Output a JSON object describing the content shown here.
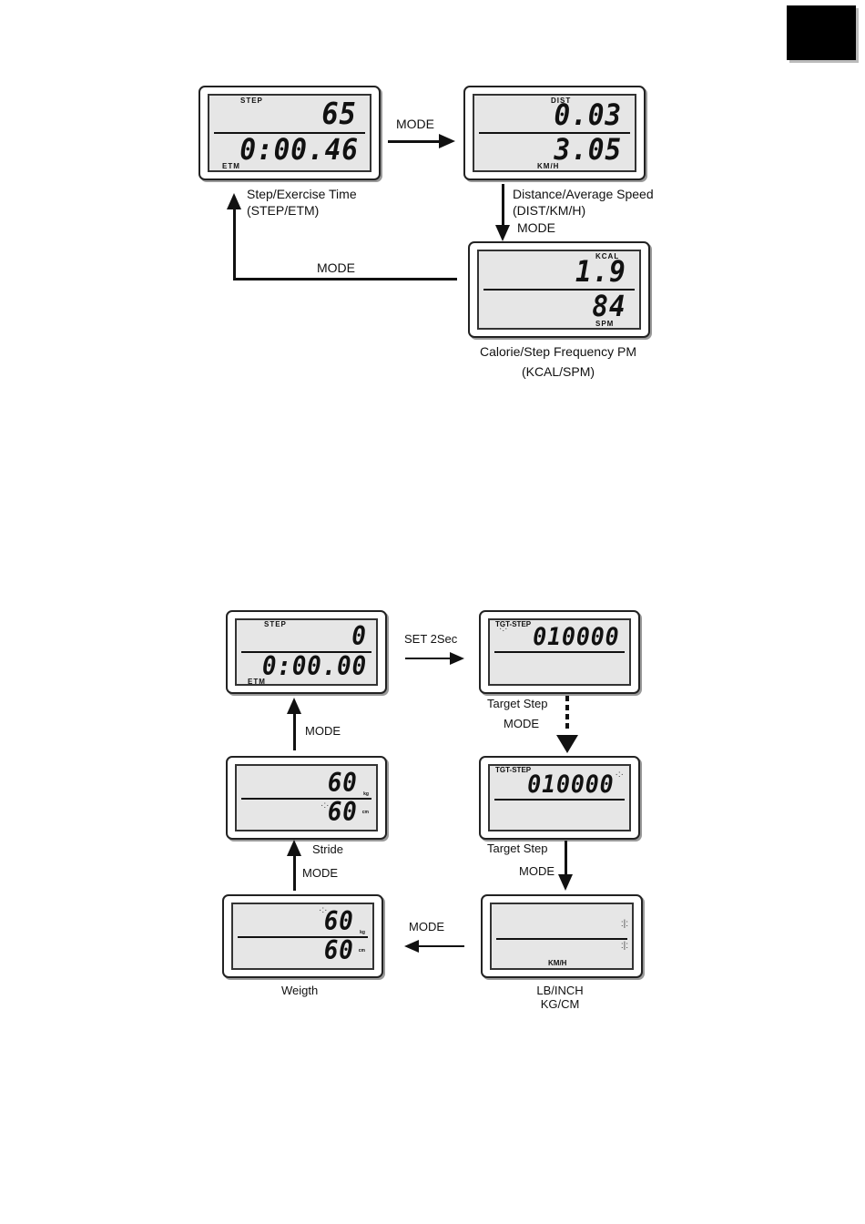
{
  "mode_label": "MODE",
  "set_label": "SET 2Sec",
  "top": {
    "step_etm": {
      "top_label": "STEP",
      "top_value": "65",
      "bottom_value": "0:00.46",
      "bottom_label": "ETM",
      "caption_line1": "Step/Exercise Time",
      "caption_line2": "(STEP/ETM)"
    },
    "dist_speed": {
      "top_label": "DIST",
      "top_value": "0.03",
      "bottom_value": "3.05",
      "bottom_label": "KM/H",
      "caption_line1": "Distance/Average Speed",
      "caption_line2": "(DIST/KM/H)"
    },
    "kcal_spm": {
      "top_label": "KCAL",
      "top_value": "1.9",
      "bottom_value": "84",
      "bottom_label": "SPM",
      "caption_line1": "Calorie/Step Frequency PM",
      "caption_line2": "(KCAL/SPM)"
    }
  },
  "bottom": {
    "step_reset": {
      "top_label": "STEP",
      "top_value": "0",
      "bottom_value": "0:00.00",
      "bottom_label": "ETM"
    },
    "target1": {
      "top_label": "TGT-STEP",
      "top_value": "010000",
      "caption": "Target Step"
    },
    "target2": {
      "top_label": "TGT-STEP",
      "top_value": "010000",
      "caption": "Target Step"
    },
    "stride": {
      "top_value": "60",
      "top_unit": "kg",
      "bottom_value": "60",
      "bottom_unit": "cm",
      "caption": "Stride"
    },
    "weight": {
      "top_value": "60",
      "top_unit": "kg",
      "bottom_value": "60",
      "bottom_unit": "cm",
      "caption": "Weigth"
    },
    "unit_select": {
      "bottom_label": "KM/H",
      "caption_line1": "LB/INCH",
      "caption_line2": "KG/CM"
    }
  }
}
